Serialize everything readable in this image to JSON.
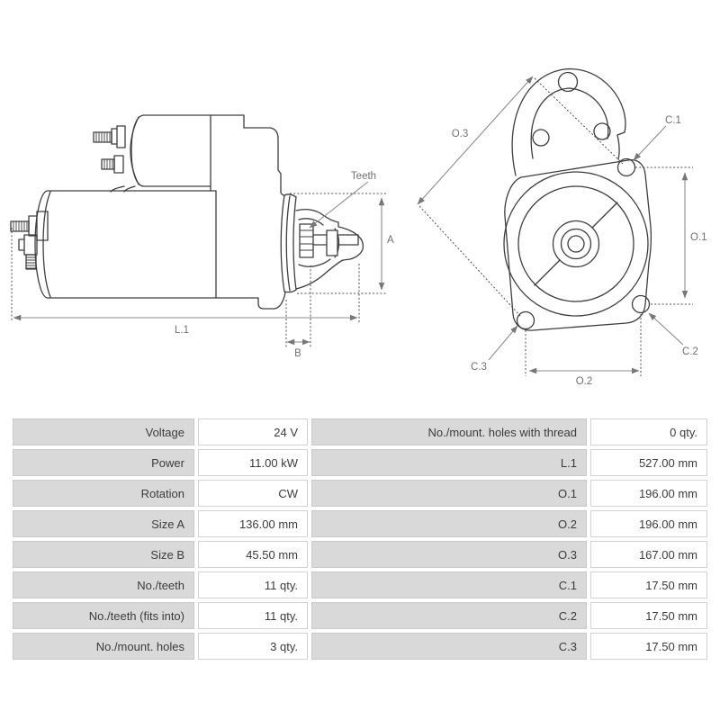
{
  "drawing": {
    "side_view_labels": {
      "teeth": "Teeth",
      "a": "A",
      "b": "B",
      "l1": "L.1"
    },
    "front_view_labels": {
      "o1": "O.1",
      "o2": "O.2",
      "o3": "O.3",
      "c1": "C.1",
      "c2": "C.2",
      "c3": "C.3"
    }
  },
  "colors": {
    "label_cell_bg": "#d9d9d9",
    "cell_border": "#c9c9c9",
    "table_text": "#3b3b3b",
    "outline": "#3d3d3d",
    "dimension_line": "#8c8c8c",
    "dimension_text": "#707070"
  },
  "spec_table": {
    "rows": [
      {
        "label_left": "Voltage",
        "value_left": "24 V",
        "label_right": "No./mount. holes with thread",
        "value_right": "0 qty."
      },
      {
        "label_left": "Power",
        "value_left": "11.00 kW",
        "label_right": "L.1",
        "value_right": "527.00 mm"
      },
      {
        "label_left": "Rotation",
        "value_left": "CW",
        "label_right": "O.1",
        "value_right": "196.00 mm"
      },
      {
        "label_left": "Size A",
        "value_left": "136.00 mm",
        "label_right": "O.2",
        "value_right": "196.00 mm"
      },
      {
        "label_left": "Size B",
        "value_left": "45.50 mm",
        "label_right": "O.3",
        "value_right": "167.00 mm"
      },
      {
        "label_left": "No./teeth",
        "value_left": "11 qty.",
        "label_right": "C.1",
        "value_right": "17.50 mm"
      },
      {
        "label_left": "No./teeth (fits into)",
        "value_left": "11 qty.",
        "label_right": "C.2",
        "value_right": "17.50 mm"
      },
      {
        "label_left": "No./mount. holes",
        "value_left": "3 qty.",
        "label_right": "C.3",
        "value_right": "17.50 mm"
      }
    ]
  }
}
